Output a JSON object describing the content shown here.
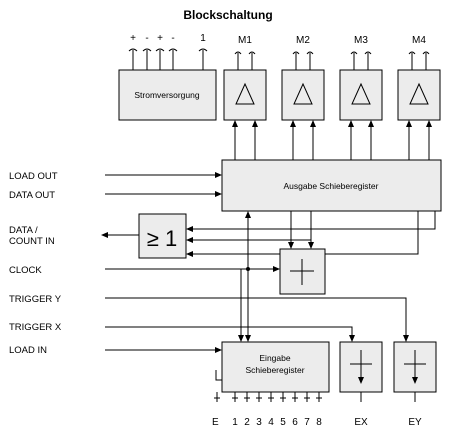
{
  "title": "Blockschaltung",
  "power_terminals": [
    "+",
    "-",
    "+",
    "-",
    "1"
  ],
  "motors": [
    "M1",
    "M2",
    "M3",
    "M4"
  ],
  "blocks": {
    "power_supply": "Stromversorgung",
    "output_register": "Ausgabe Schieberegister",
    "or_gate": "≥ 1",
    "input_register_line1": "Eingabe",
    "input_register_line2": "Schieberegister"
  },
  "signals": {
    "load_out": "LOAD OUT",
    "data_out": "DATA OUT",
    "data_count_in_line1": "DATA /",
    "data_count_in_line2": "COUNT IN",
    "clock": "CLOCK",
    "trigger_y": "TRIGGER Y",
    "trigger_x": "TRIGGER X",
    "load_in": "LOAD IN"
  },
  "inputs": [
    "E",
    "1",
    "2",
    "3",
    "4",
    "5",
    "6",
    "7",
    "8"
  ],
  "outputs": [
    "EX",
    "EY"
  ]
}
